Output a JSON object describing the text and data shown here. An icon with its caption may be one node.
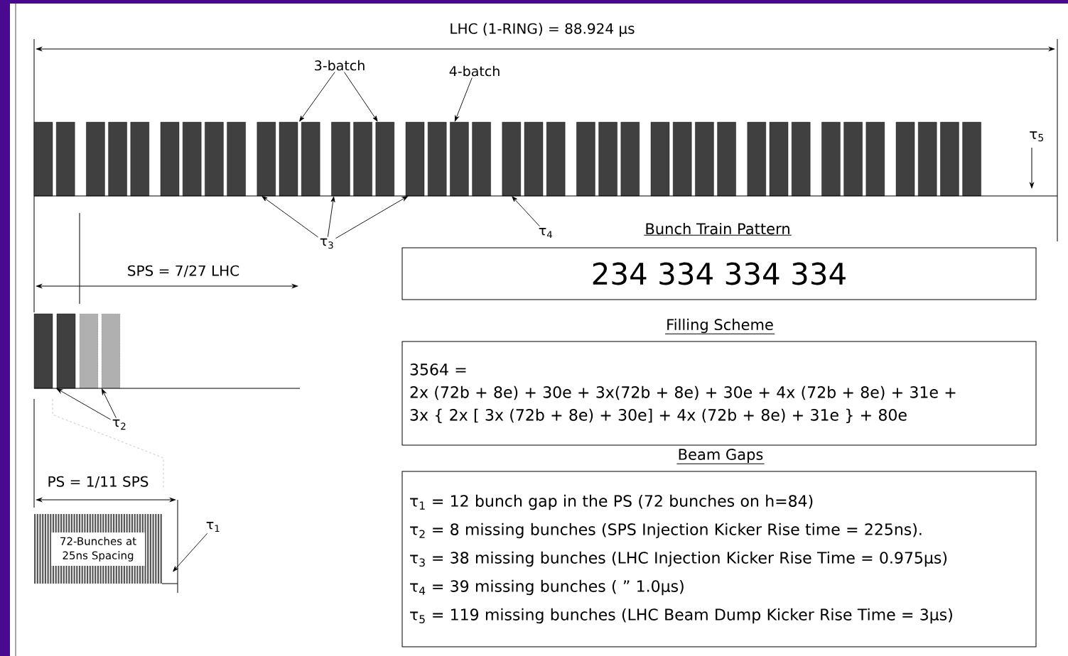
{
  "diagram": {
    "nodes": [
      {
        "text": [
          "3-batch"
        ]
      },
      {
        "text": [
          "4-batch"
        ]
      },
      {
        "text": [],
        "shape": "picture"
      },
      {
        "text": [
          "τ$_{3}$"
        ]
      },
      {
        "text": [
          "τ$_{4}$"
        ]
      },
      {
        "text": [
          "Bunch Train Pattern",
          "234 334 334 334"
        ]
      },
      {
        "text": [],
        "shape": "picture"
      },
      {
        "text": [
          "τ$_{2}$"
        ]
      },
      {
        "text": [
          "Filling Scheme",
          "3564 =",
          "2x (72b + 8e) + 30e + 3x(72b + 8e) + 30e + 4x (72b + 8e) + 31e +",
          "3x { 2x [ 3x (72b + 8e) + 30e] + 4x (72b + 8e) + 31e } + 80e"
        ]
      },
      {
        "text": [
          "τ$_{1}$"
        ]
      },
      {
        "text": [],
        "shape": "picture"
      },
      {
        "text": [
          "72-Bunches at 25ns Spacing"
        ],
        "in": 10
      },
      {
        "text": [
          "Beam Gaps",
          "τ$_{1}$ = 12 bunch gap in the PS (72 bunches on h=84)",
          "τ$_{2}$ = 8 missing bunches (SPS Injection Kicker Rise time = 225ns).",
          "τ$_{3}$ = 38 missing bunches (LHC Injection Kicker Rise Time = 0.975µs)",
          "τ$_{4}$ = 39 missing bunches ( ” 1.0µs)",
          "τ$_{5}$ = 119 missing bunches (LHC Beam Dump Kicker Rise Time = 3µs)"
        ]
      }
    ],
    "edges": [
      {
        "from": 0,
        "to": 2,
        "arrow": "to"
      },
      {
        "from": 0,
        "to": 2,
        "arrow": "to"
      },
      {
        "from": 1,
        "to": 2,
        "arrow": "to"
      },
      {
        "from": 3,
        "to": 2,
        "arrow": "to"
      },
      {
        "from": 3,
        "to": 2,
        "arrow": "to"
      },
      {
        "from": 3,
        "to": 2,
        "arrow": "to"
      },
      {
        "from": 4,
        "to": 2,
        "arrow": "to"
      },
      {
        "from": 7,
        "to": 6,
        "arrow": "to"
      },
      {
        "from": 7,
        "to": 6,
        "arrow": "to"
      },
      {
        "from": 9,
        "to": 10,
        "arrow": "to"
      }
    ],
    "labels": [
      "LHC (1-RING) = 88.924 µs",
      "τ$_{5}$",
      "SPS = 7/27 LHC",
      "PS = 1/11 SPS"
    ]
  }
}
